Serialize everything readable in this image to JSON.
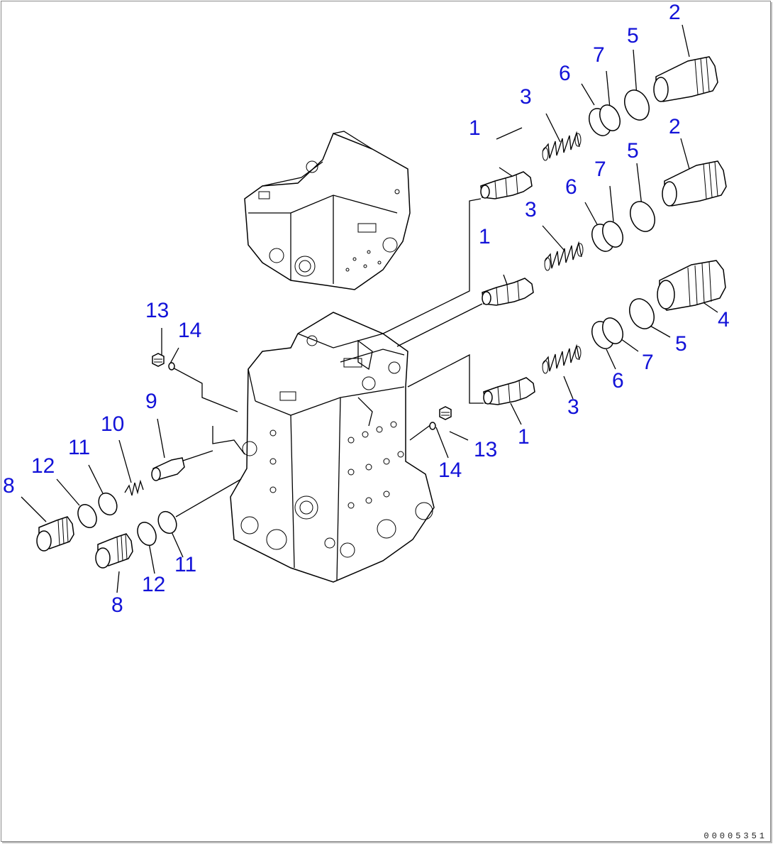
{
  "diagram_code": "00005351",
  "callouts": [
    "1",
    "1",
    "1",
    "2",
    "2",
    "3",
    "3",
    "3",
    "4",
    "5",
    "5",
    "5",
    "6",
    "6",
    "6",
    "7",
    "7",
    "7",
    "8",
    "8",
    "9",
    "10",
    "11",
    "11",
    "12",
    "12",
    "13",
    "13",
    "14",
    "14"
  ]
}
